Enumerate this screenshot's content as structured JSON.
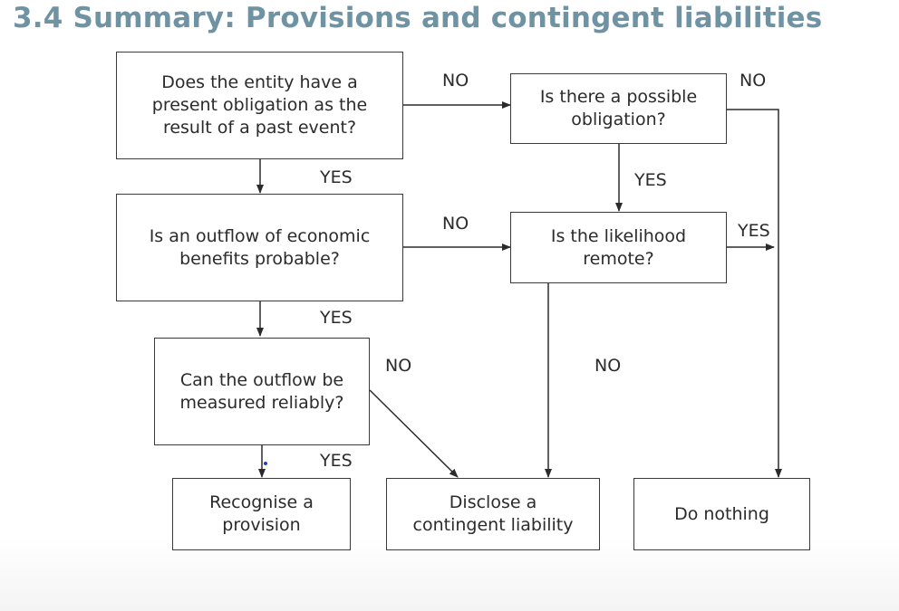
{
  "slide": {
    "title": "3.4 Summary: Provisions and contingent liabilities"
  },
  "flowchart": {
    "nodes": {
      "present_obligation": "Does the entity have a present obligation as the result of a past event?",
      "possible_obligation": "Is there a possible obligation?",
      "outflow_probable": "Is an outflow of economic benefits probable?",
      "likelihood_remote": "Is the likelihood remote?",
      "measured_reliably": "Can the outflow be measured reliably?",
      "recognise_provision": "Recognise a provision",
      "disclose_contingent": "Disclose a contingent liability",
      "do_nothing": "Do nothing"
    },
    "edge_labels": {
      "present_no": "NO",
      "possible_no": "NO",
      "present_yes": "YES",
      "possible_yes": "YES",
      "outflow_no": "NO",
      "remote_yes": "YES",
      "outflow_yes": "YES",
      "measured_no": "NO",
      "remote_no": "NO",
      "measured_yes": "YES"
    }
  }
}
